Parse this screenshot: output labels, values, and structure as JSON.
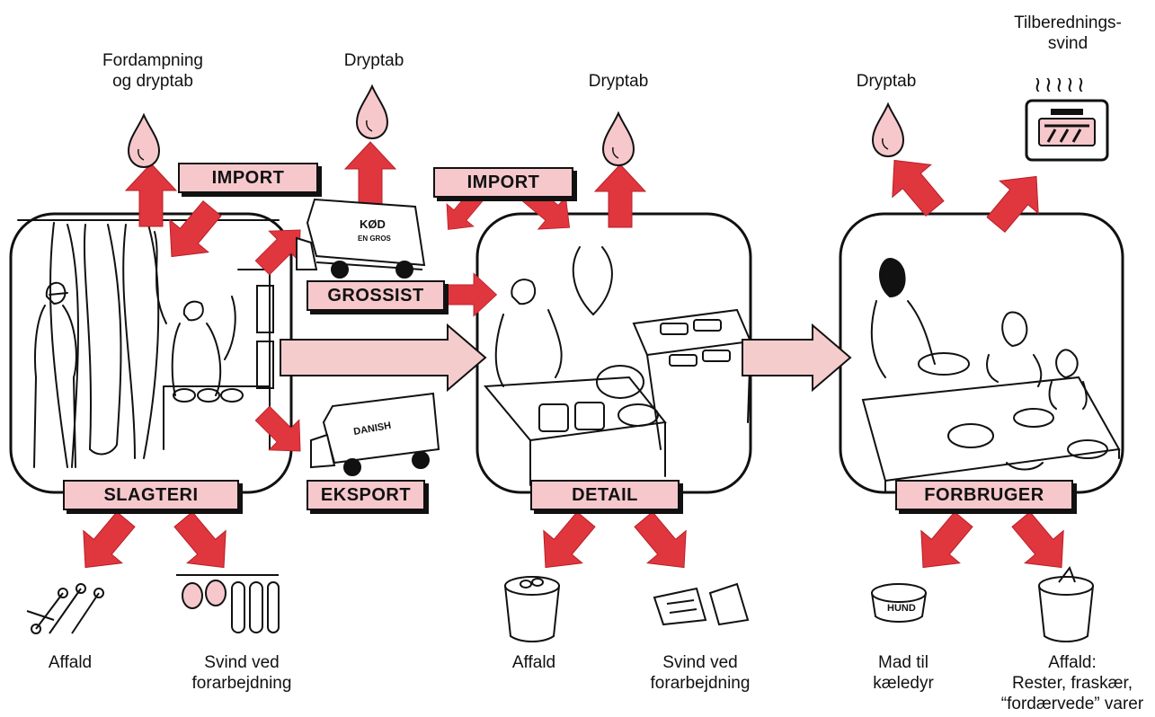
{
  "top_labels": {
    "evaporation": [
      "Fordampning",
      "og dryptab"
    ],
    "drip_wholesale": "Dryptab",
    "drip_retail": "Dryptab",
    "drip_consumer": "Dryptab",
    "cooking_loss": [
      "Tilberednings-",
      "svind"
    ]
  },
  "tags": {
    "import_left": "IMPORT",
    "import_right": "IMPORT",
    "wholesaler": "GROSSIST",
    "export": "EKSPORT",
    "slaughterhouse": "SLAGTERI",
    "retail": "DETAIL",
    "consumer": "FORBRUGER"
  },
  "truck_texts": {
    "domestic": [
      "KØD",
      "EN GROS"
    ],
    "export": "DANISH"
  },
  "oven_glyph": "≀≀≀≀≀",
  "bowl_text": "HUND",
  "bottom_labels": {
    "slaughter_waste": "Affald",
    "slaughter_processing": [
      "Svind ved",
      "forarbejdning"
    ],
    "retail_waste": "Affald",
    "retail_processing": [
      "Svind ved",
      "forarbejdning"
    ],
    "pet_food": [
      "Mad til",
      "kæledyr"
    ],
    "consumer_waste": [
      "Affald:",
      "Rester, fraskær,",
      "“fordærvede” varer"
    ]
  },
  "colors": {
    "arrow_red": "#e0363e",
    "tag_pink": "#f6c8cc",
    "flow_pink": "#f4cccc",
    "drop_pink": "#f6c8cc",
    "outline": "#111111"
  }
}
